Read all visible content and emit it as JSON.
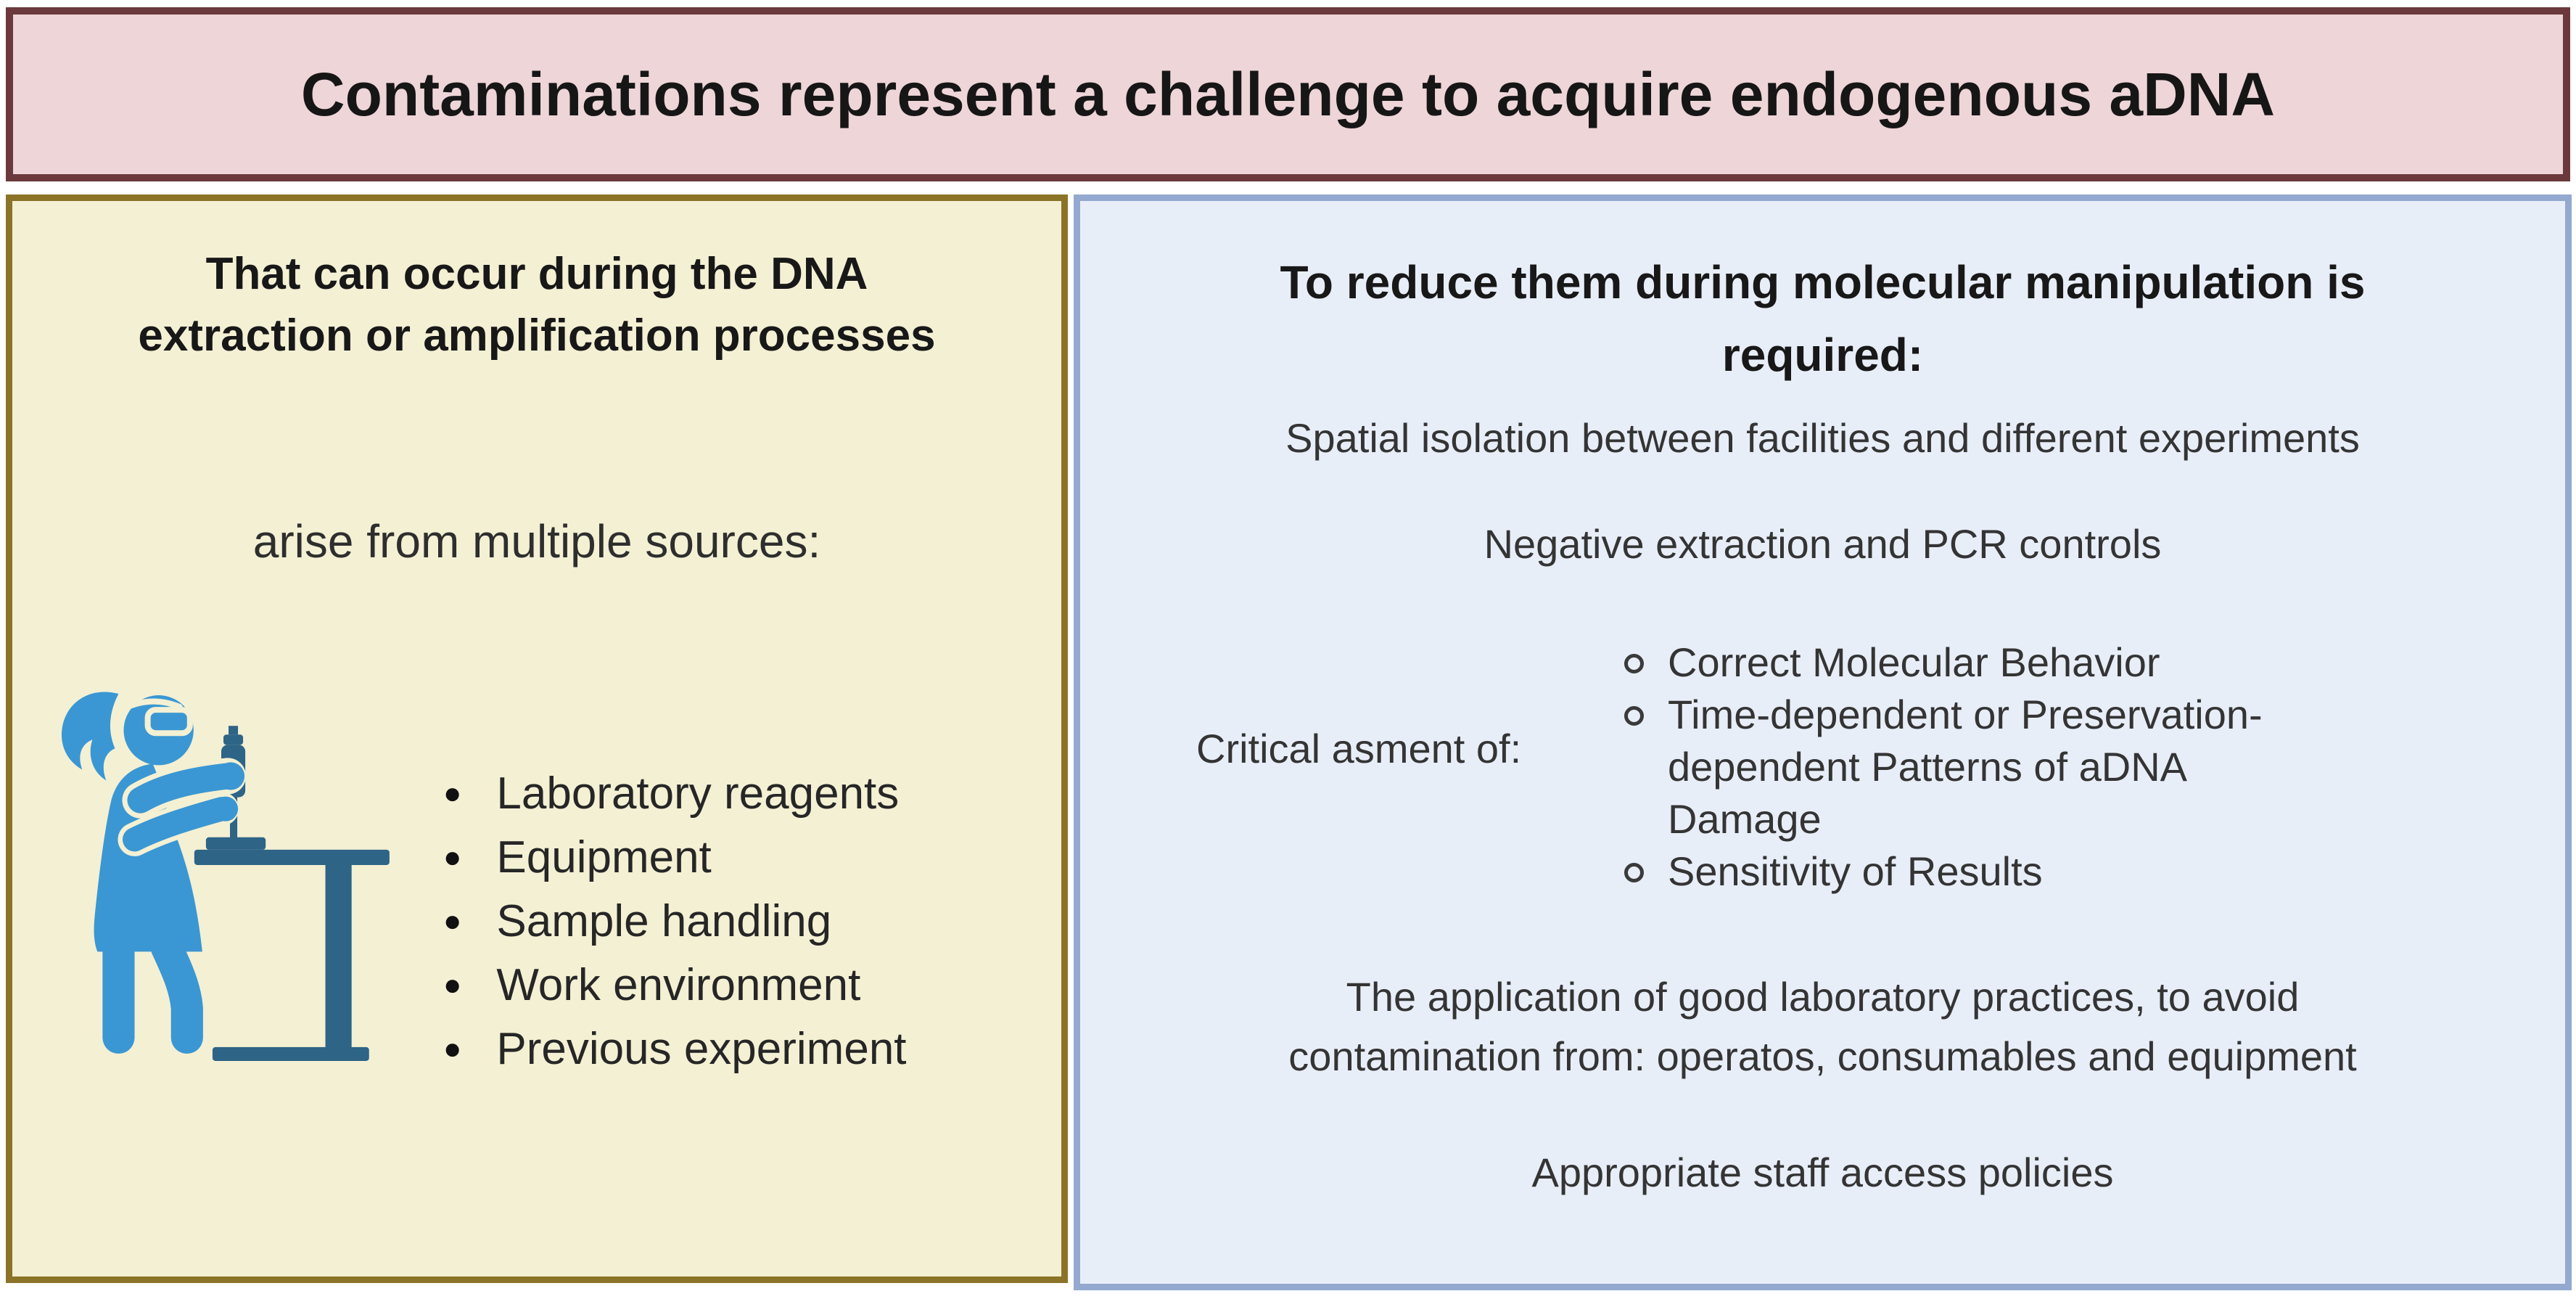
{
  "banner": {
    "title": "Contaminations represent a challenge to acquire endogenous aDNA"
  },
  "left_panel": {
    "heading_lines": [
      "That can occur during the DNA",
      "extraction or amplification processes"
    ],
    "subheading": "arise from multiple sources:",
    "illustration": "scientist-pipetting-at-bench-icon",
    "sources": [
      "Laboratory reagents",
      "Equipment",
      "Sample handling",
      "Work environment",
      "Previous experiment"
    ]
  },
  "right_panel": {
    "heading_lines": [
      "To reduce them during molecular manipulation is",
      "required:"
    ],
    "spatial_isolation": "Spatial isolation between facilities and different experiments",
    "negative_controls": "Negative extraction and PCR controls",
    "critical_assessment": {
      "label": "Critical asment of:",
      "points": [
        "Correct Molecular Behavior",
        "Time-dependent or Preservation-dependent Patterns of aDNA Damage",
        "Sensitivity of Results"
      ]
    },
    "good_practices_lines": [
      "The application of good laboratory practices, to avoid",
      "contamination from: operatos, consumables and equipment"
    ],
    "staff_access": "Appropriate staff access policies"
  },
  "colors": {
    "banner_bg": "#eed5d8",
    "banner_border": "#6b393b",
    "left_panel_bg": "#f4f0d4",
    "left_panel_border": "#8b7428",
    "right_panel_bg": "#e8eef8",
    "right_panel_border": "#93a9d0",
    "figure_blue": "#3a97d3",
    "figure_dark_blue": "#2e6486",
    "text": "#1a1a1a"
  }
}
